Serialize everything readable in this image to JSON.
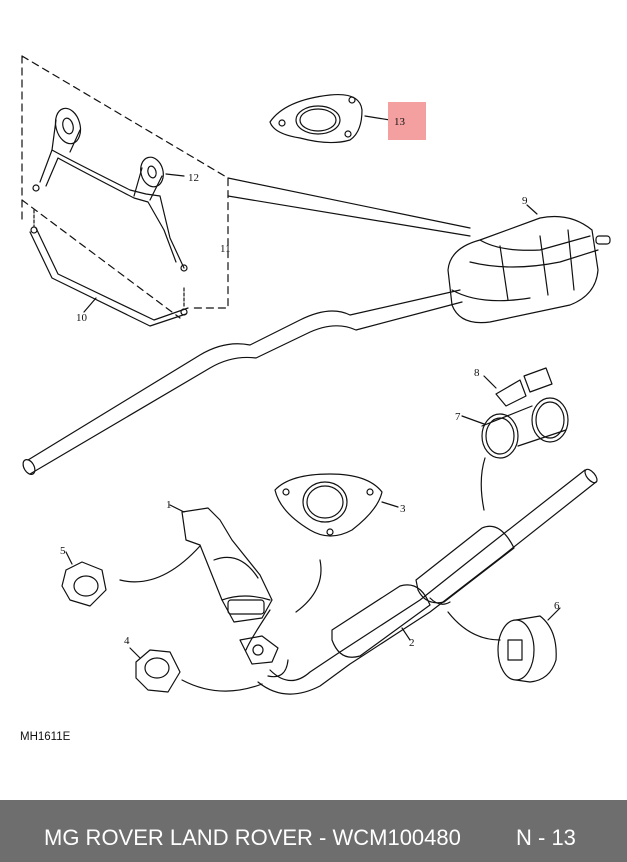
{
  "diagram": {
    "callouts": [
      {
        "id": "1",
        "label": "1"
      },
      {
        "id": "2",
        "label": "2"
      },
      {
        "id": "3",
        "label": "3"
      },
      {
        "id": "4",
        "label": "4"
      },
      {
        "id": "5",
        "label": "5"
      },
      {
        "id": "6",
        "label": "6"
      },
      {
        "id": "7",
        "label": "7"
      },
      {
        "id": "8",
        "label": "8"
      },
      {
        "id": "9",
        "label": "9"
      },
      {
        "id": "10",
        "label": "10"
      },
      {
        "id": "11",
        "label": "11"
      },
      {
        "id": "12",
        "label": "12"
      },
      {
        "id": "13",
        "label": "13",
        "highlighted": true
      }
    ],
    "highlight_color": "#f4a0a0",
    "drawing_code": "MH1611E"
  },
  "footer": {
    "brand_part": "MG ROVER LAND ROVER - WCM100480",
    "page_ref": "N - 13",
    "background": "#6e6e6e"
  }
}
